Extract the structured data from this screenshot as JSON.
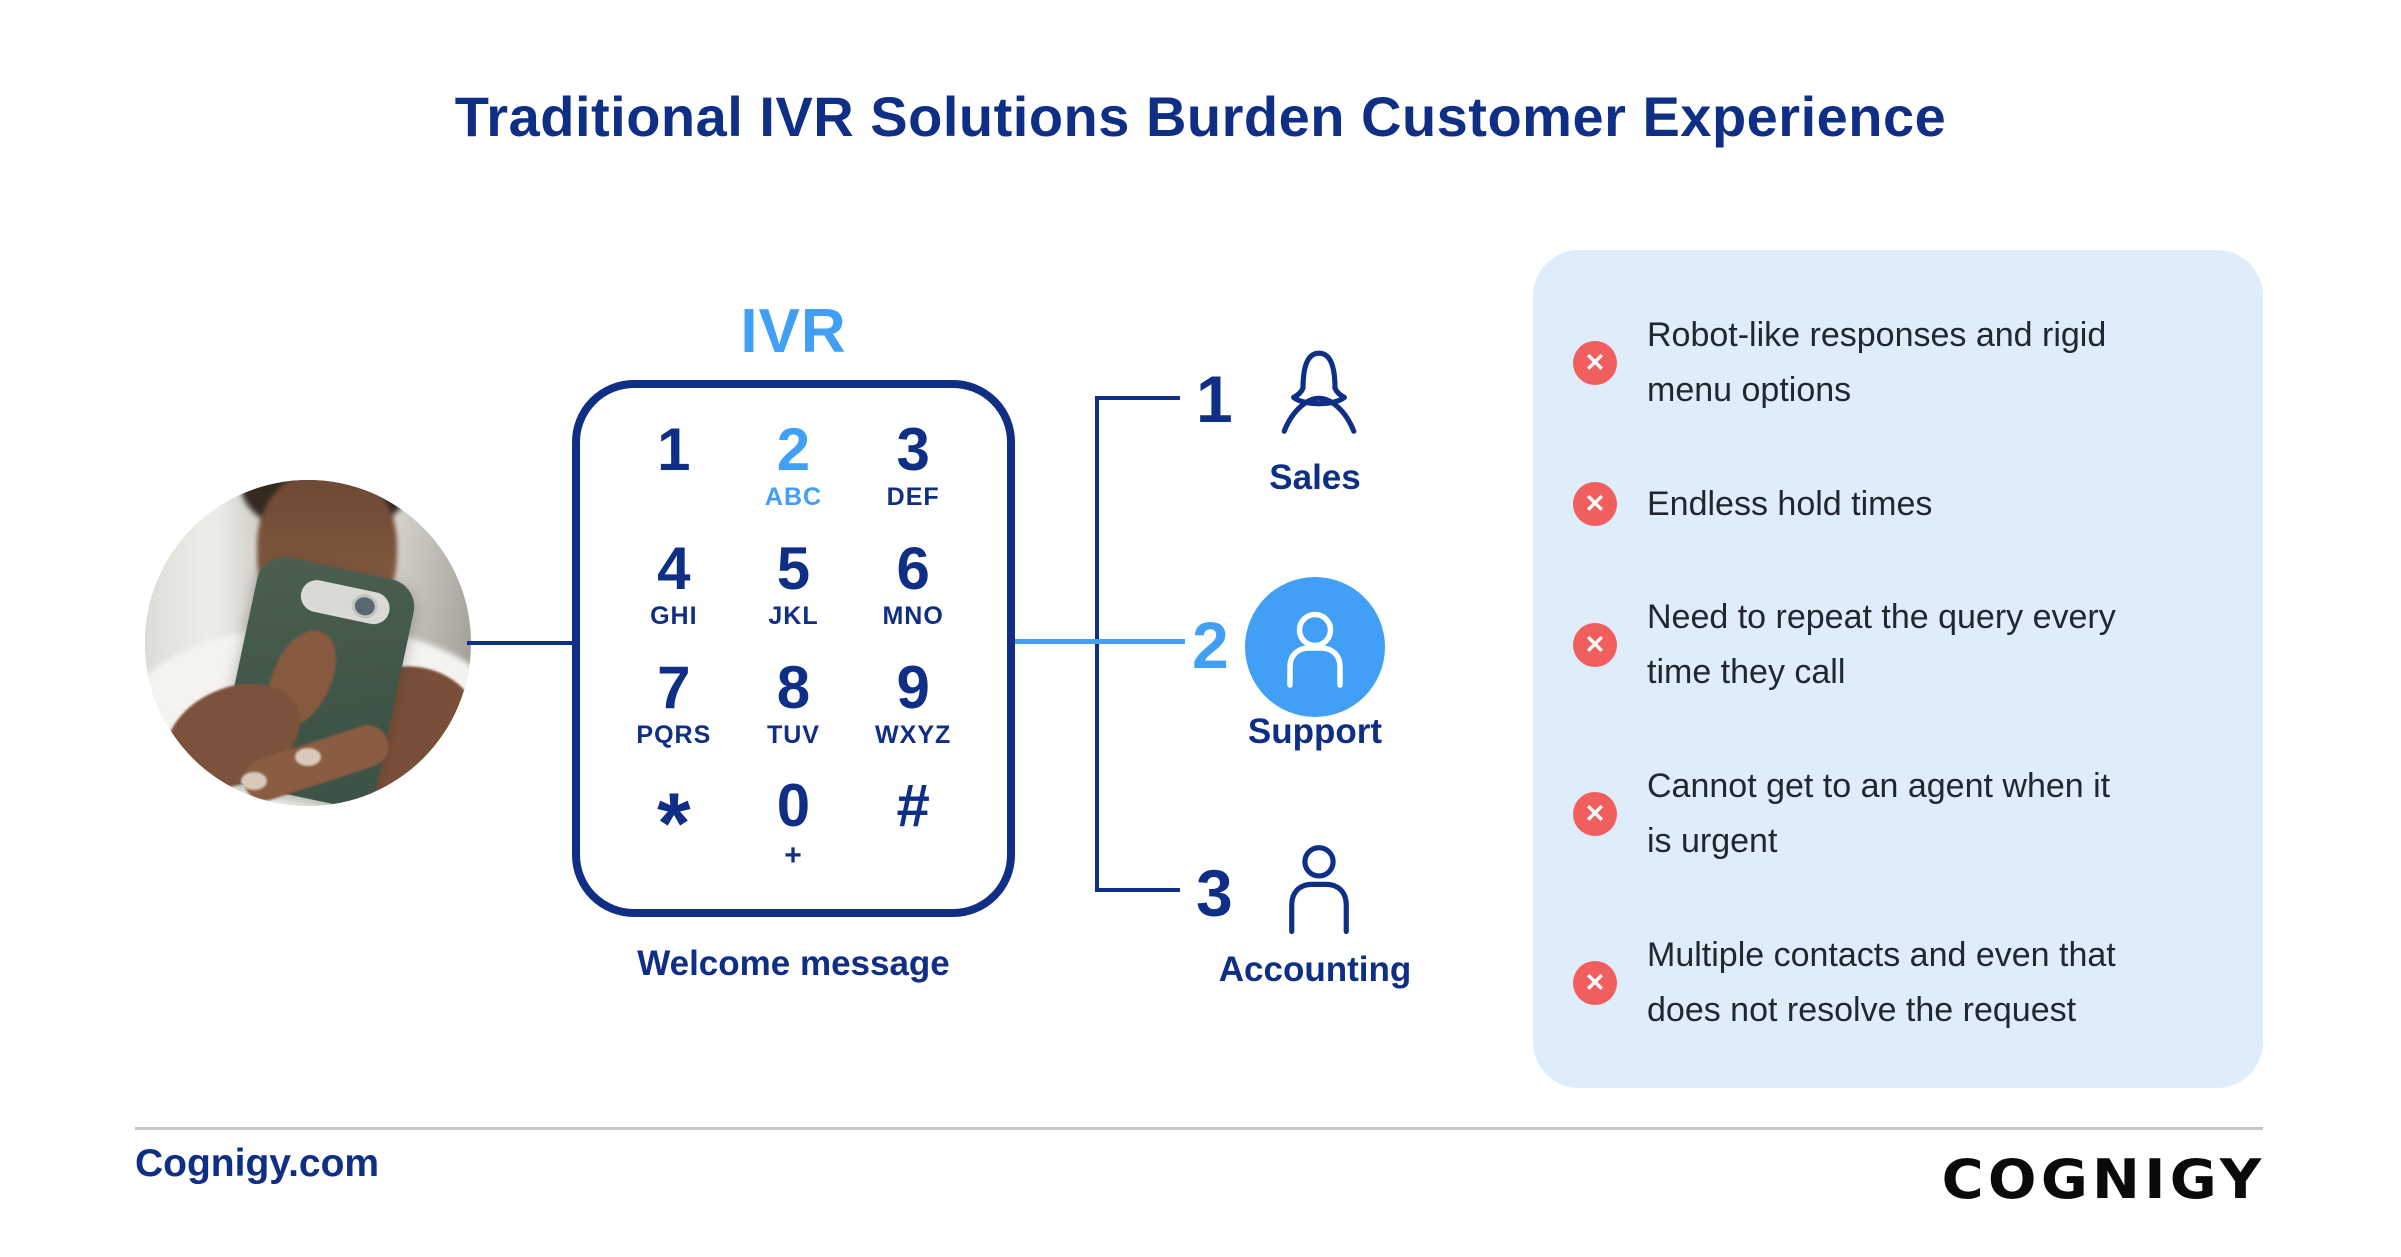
{
  "title": "Traditional IVR Solutions Burden Customer Experience",
  "colors": {
    "navy": "#0F2E85",
    "accent_blue": "#41A0F6",
    "alert_red": "#F15E5E",
    "panel_bg": "#DFEDFA",
    "issue_text": "#20272F"
  },
  "ivr": {
    "label": "IVR",
    "welcome": "Welcome message",
    "keys": [
      {
        "digit": "1",
        "letters": ""
      },
      {
        "digit": "2",
        "letters": "ABC"
      },
      {
        "digit": "3",
        "letters": "DEF"
      },
      {
        "digit": "4",
        "letters": "GHI"
      },
      {
        "digit": "5",
        "letters": "JKL"
      },
      {
        "digit": "6",
        "letters": "MNO"
      },
      {
        "digit": "7",
        "letters": "PQRS"
      },
      {
        "digit": "8",
        "letters": "TUV"
      },
      {
        "digit": "9",
        "letters": "WXYZ"
      },
      {
        "digit": "*",
        "letters": ""
      },
      {
        "digit": "0",
        "letters": "+"
      },
      {
        "digit": "#",
        "letters": ""
      }
    ]
  },
  "options": [
    {
      "number": "1",
      "label": "Sales",
      "icon": "female-person-outline-icon",
      "highlighted": false
    },
    {
      "number": "2",
      "label": "Support",
      "icon": "person-in-filled-circle-icon",
      "highlighted": true
    },
    {
      "number": "3",
      "label": "Accounting",
      "icon": "person-outline-icon",
      "highlighted": false
    }
  ],
  "icons": {
    "x": "✕"
  },
  "issues": [
    {
      "line1": "Robot-like responses and rigid",
      "line2": "menu options"
    },
    {
      "line1": "Endless hold times",
      "line2": ""
    },
    {
      "line1": "Need to repeat the query every",
      "line2": "time they call"
    },
    {
      "line1": "Cannot get to an agent when it",
      "line2": "is urgent"
    },
    {
      "line1": "Multiple contacts and even that",
      "line2": "does not resolve the request"
    }
  ],
  "footer": {
    "site": "Cognigy.com",
    "logo": "COGNIGY"
  }
}
